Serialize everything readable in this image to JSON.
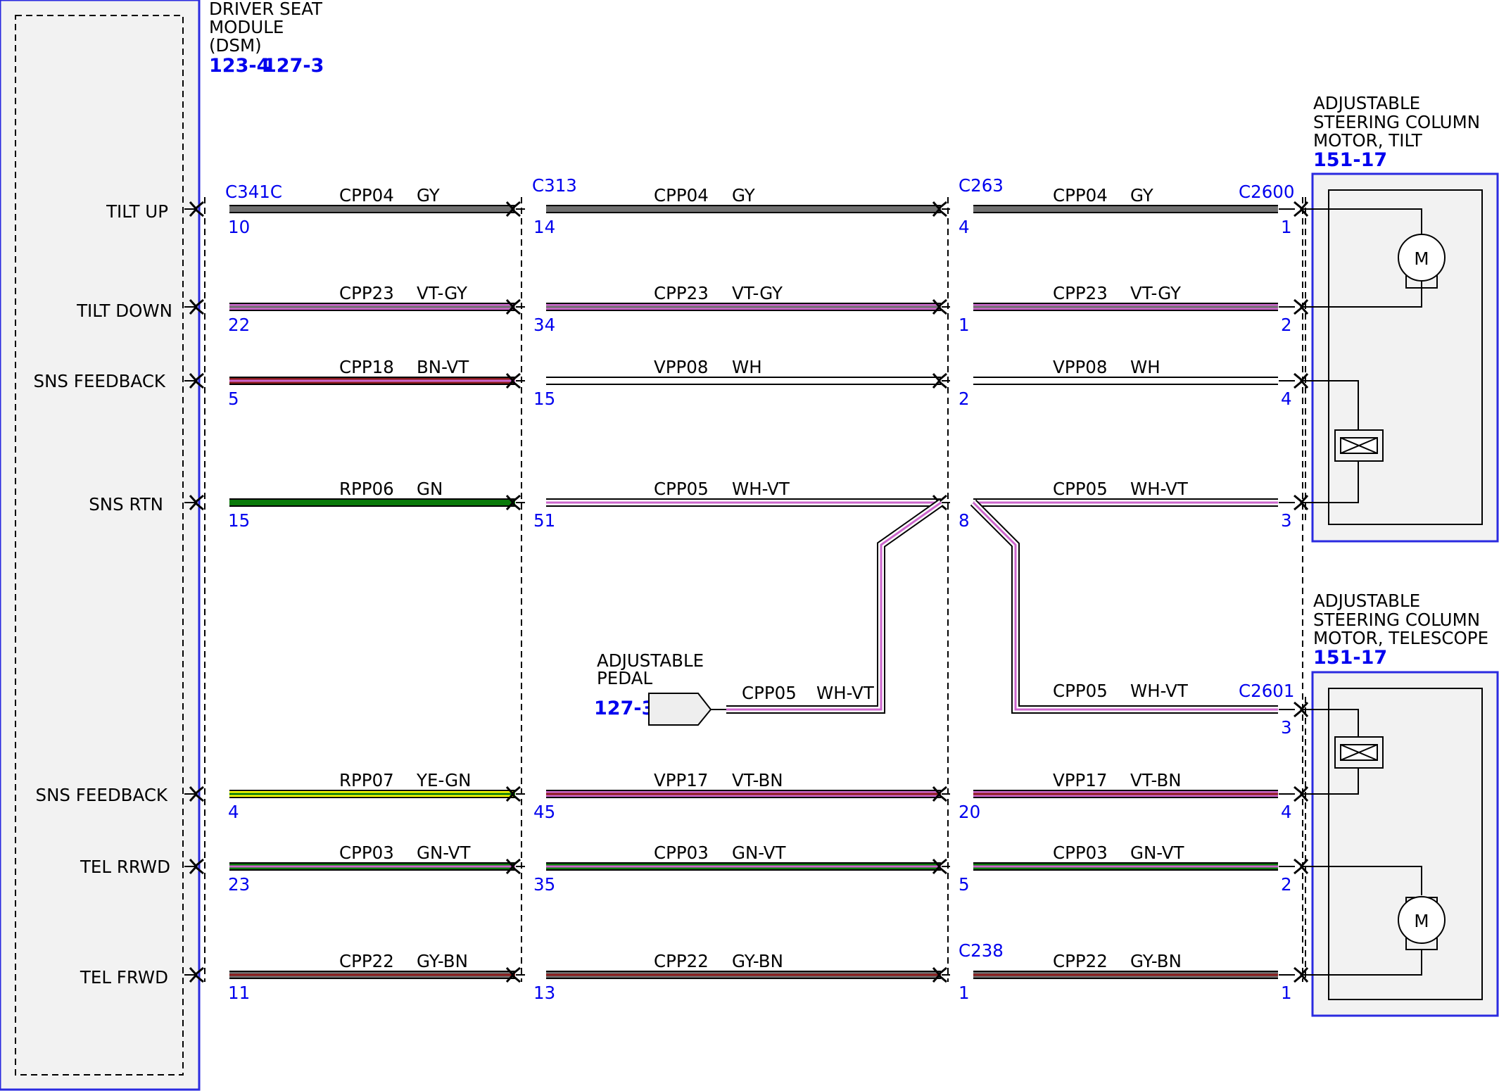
{
  "colors": {
    "GY": "#707070",
    "VT": "#cc66cc",
    "BN": "#8b1a1a",
    "WH": "#ffffff",
    "GN": "#0a7a0a",
    "YE": "#ffff00",
    "connector_text": "#0000ee",
    "module_fill": "#f2f2f2",
    "module_border": "#2a2ae0"
  },
  "dsm": {
    "title": [
      "DRIVER SEAT",
      "MODULE",
      "(DSM)"
    ],
    "refs": [
      "123-4",
      "127-3"
    ],
    "pins": [
      "TILT UP",
      "TILT DOWN",
      "SNS FEEDBACK",
      "SNS RTN",
      "SNS FEEDBACK",
      "TEL RRWD",
      "TEL FRWD"
    ]
  },
  "tilt_motor": {
    "title": [
      "ADJUSTABLE",
      "STEERING COLUMN",
      "MOTOR, TILT"
    ],
    "ref": "151-17",
    "motor_label": "M"
  },
  "tele_motor": {
    "title": [
      "ADJUSTABLE",
      "STEERING COLUMN",
      "MOTOR, TELESCOPE"
    ],
    "ref": "151-17",
    "motor_label": "M"
  },
  "pedal": {
    "title": [
      "ADJUSTABLE",
      "PEDAL"
    ],
    "ref": "127-3",
    "circuit": "CPP05",
    "color": "WH-VT"
  },
  "connectors": {
    "c341c": "C341C",
    "c313": "C313",
    "c263": "C263",
    "c238": "C238",
    "c2600": "C2600",
    "c2601": "C2601"
  },
  "rows": [
    {
      "pins": [
        "10",
        "14",
        "4",
        "1"
      ],
      "segments": [
        {
          "circuit": "CPP04",
          "color": "GY",
          "stripes": [
            "GY"
          ]
        },
        {
          "circuit": "CPP04",
          "color": "GY",
          "stripes": [
            "GY"
          ]
        },
        {
          "circuit": "CPP04",
          "color": "GY",
          "stripes": [
            "GY"
          ]
        }
      ]
    },
    {
      "pins": [
        "22",
        "34",
        "1",
        "2"
      ],
      "segments": [
        {
          "circuit": "CPP23",
          "color": "VT-GY",
          "stripes": [
            "VT",
            "GY"
          ]
        },
        {
          "circuit": "CPP23",
          "color": "VT-GY",
          "stripes": [
            "VT",
            "GY"
          ]
        },
        {
          "circuit": "CPP23",
          "color": "VT-GY",
          "stripes": [
            "VT",
            "GY"
          ]
        }
      ]
    },
    {
      "pins": [
        "5",
        "15",
        "2",
        "4"
      ],
      "segments": [
        {
          "circuit": "CPP18",
          "color": "BN-VT",
          "stripes": [
            "BN",
            "VT"
          ]
        },
        {
          "circuit": "VPP08",
          "color": "WH",
          "stripes": [
            "WH"
          ]
        },
        {
          "circuit": "VPP08",
          "color": "WH",
          "stripes": [
            "WH"
          ]
        }
      ]
    },
    {
      "pins": [
        "15",
        "51",
        "8",
        "3"
      ],
      "segments": [
        {
          "circuit": "RPP06",
          "color": "GN",
          "stripes": [
            "GN"
          ]
        },
        {
          "circuit": "CPP05",
          "color": "WH-VT",
          "stripes": [
            "WH",
            "VT"
          ]
        },
        {
          "circuit": "CPP05",
          "color": "WH-VT",
          "stripes": [
            "WH",
            "VT"
          ]
        }
      ]
    },
    {
      "pins": [
        "4",
        "45",
        "20",
        "4"
      ],
      "segments": [
        {
          "circuit": "RPP07",
          "color": "YE-GN",
          "stripes": [
            "YE",
            "GN"
          ]
        },
        {
          "circuit": "VPP17",
          "color": "VT-BN",
          "stripes": [
            "VT",
            "BN"
          ]
        },
        {
          "circuit": "VPP17",
          "color": "VT-BN",
          "stripes": [
            "VT",
            "BN"
          ]
        }
      ]
    },
    {
      "pins": [
        "23",
        "35",
        "5",
        "2"
      ],
      "segments": [
        {
          "circuit": "CPP03",
          "color": "GN-VT",
          "stripes": [
            "GN",
            "VT"
          ]
        },
        {
          "circuit": "CPP03",
          "color": "GN-VT",
          "stripes": [
            "GN",
            "VT"
          ]
        },
        {
          "circuit": "CPP03",
          "color": "GN-VT",
          "stripes": [
            "GN",
            "VT"
          ]
        }
      ]
    },
    {
      "pins": [
        "11",
        "13",
        "1",
        "1"
      ],
      "segments": [
        {
          "circuit": "CPP22",
          "color": "GY-BN",
          "stripes": [
            "GY",
            "BN"
          ]
        },
        {
          "circuit": "CPP22",
          "color": "GY-BN",
          "stripes": [
            "GY",
            "BN"
          ]
        },
        {
          "circuit": "CPP22",
          "color": "GY-BN",
          "stripes": [
            "GY",
            "BN"
          ]
        }
      ]
    }
  ],
  "telescope_branch": {
    "pin": "3",
    "circuit": "CPP05",
    "color": "WH-VT"
  }
}
